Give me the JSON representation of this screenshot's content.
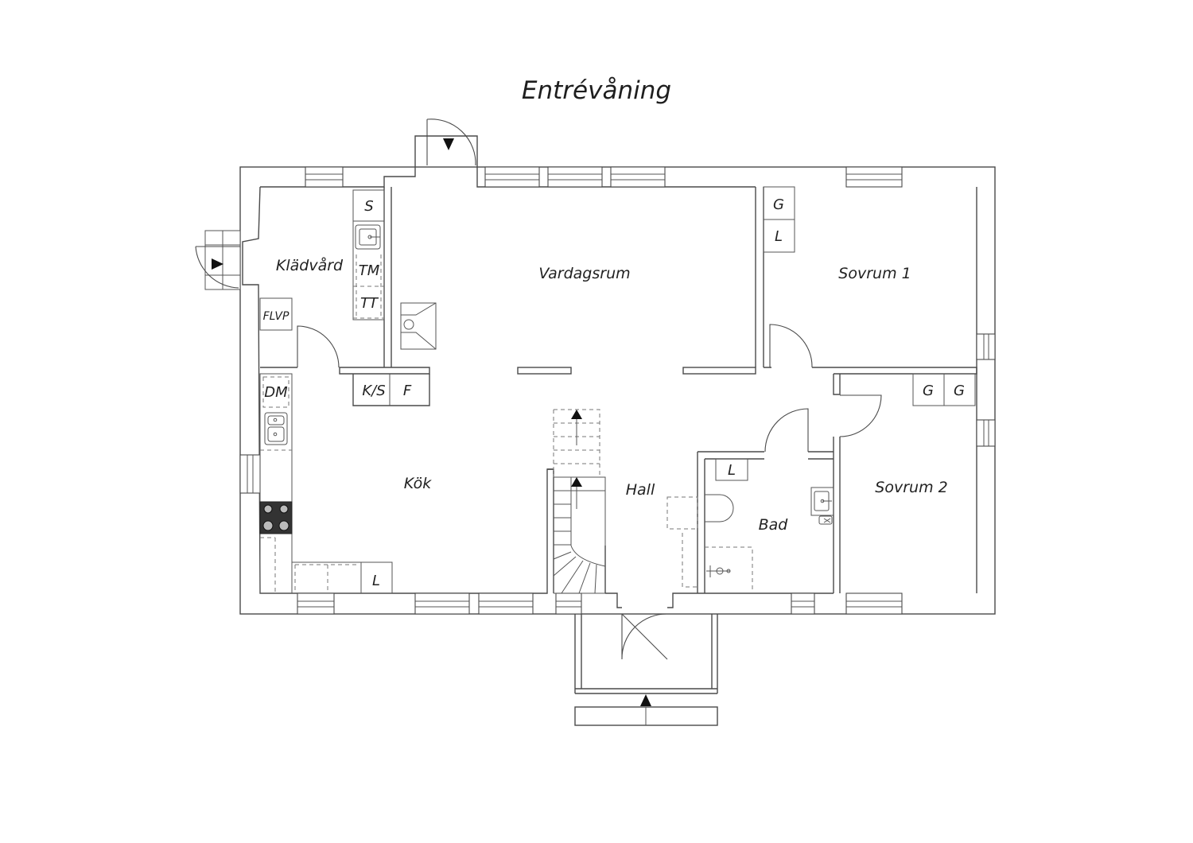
{
  "floor": {
    "title": "Entrévåning"
  },
  "rooms": {
    "kladvard": "Klädvård",
    "vardagsrum": "Vardagsrum",
    "sovrum1": "Sovrum 1",
    "sovrum2": "Sovrum 2",
    "kok": "Kök",
    "hall": "Hall",
    "bad": "Bad"
  },
  "fixtures": {
    "s": "S",
    "tm": "TM",
    "tt": "TT",
    "flvp": "FLVP",
    "ks": "K/S",
    "f": "F",
    "dm": "DM",
    "kok_l": "L",
    "bad_l": "L",
    "sovrum1_g": "G",
    "sovrum1_l": "L",
    "sovrum2_g1": "G",
    "sovrum2_g2": "G"
  }
}
